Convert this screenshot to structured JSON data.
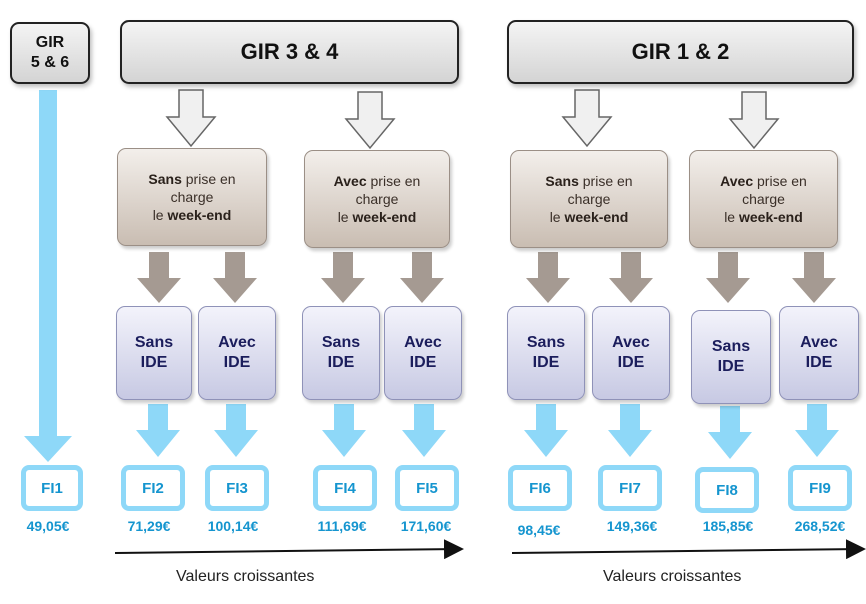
{
  "headers": {
    "gir56_line1": "GIR",
    "gir56_line2": "5 & 6",
    "gir34": "GIR 3 & 4",
    "gir12": "GIR 1 & 2"
  },
  "prise_en_charge": [
    {
      "first": "Sans",
      "mid": " prise en",
      "line2": "charge",
      "line3a": "le ",
      "line3b": "week-end"
    },
    {
      "first": "Avec",
      "mid": " prise en",
      "line2": "charge",
      "line3a": "le ",
      "line3b": "week-end"
    },
    {
      "first": "Sans",
      "mid": " prise en",
      "line2": "charge",
      "line3a": "le ",
      "line3b": "week-end"
    },
    {
      "first": "Avec",
      "mid": " prise en",
      "line2": "charge",
      "line3a": "le ",
      "line3b": "week-end"
    }
  ],
  "ide_boxes": [
    {
      "line1": "Sans",
      "line2": "IDE"
    },
    {
      "line1": "Avec",
      "line2": "IDE"
    },
    {
      "line1": "Sans",
      "line2": "IDE"
    },
    {
      "line1": "Avec",
      "line2": "IDE"
    },
    {
      "line1": "Sans",
      "line2": "IDE"
    },
    {
      "line1": "Avec",
      "line2": "IDE"
    },
    {
      "line1": "Sans",
      "line2": "IDE"
    },
    {
      "line1": "Avec",
      "line2": "IDE"
    }
  ],
  "fi": [
    {
      "label": "FI1",
      "price": "49,05€"
    },
    {
      "label": "FI2",
      "price": "71,29€"
    },
    {
      "label": "FI3",
      "price": "100,14€"
    },
    {
      "label": "FI4",
      "price": "111,69€"
    },
    {
      "label": "FI5",
      "price": "171,60€"
    },
    {
      "label": "FI6",
      "price": "98,45€"
    },
    {
      "label": "FI7",
      "price": "149,36€"
    },
    {
      "label": "FI8",
      "price": "185,85€"
    },
    {
      "label": "FI9",
      "price": "268,52€"
    }
  ],
  "axis_labels": [
    "Valeurs croissantes",
    "Valeurs croissantes"
  ],
  "colors": {
    "blue_arrow": "#8ed8f8",
    "brown_arrow": "#a59a92",
    "fi_text": "#1595cf"
  }
}
